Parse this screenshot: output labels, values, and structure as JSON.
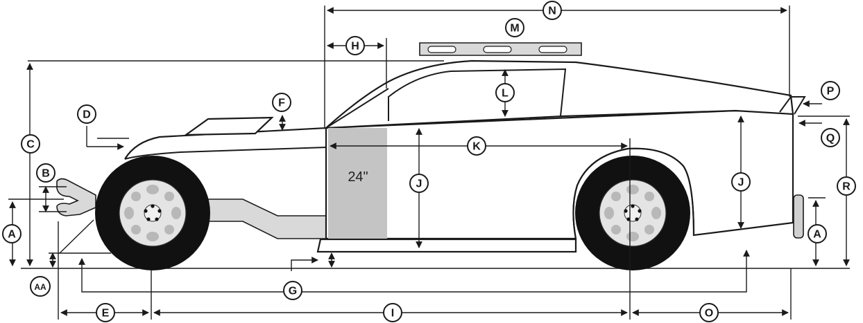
{
  "markers": {
    "a": "A",
    "aa": "AA",
    "b": "B",
    "c": "C",
    "d": "D",
    "e": "E",
    "f": "F",
    "g": "G",
    "h": "H",
    "i": "I",
    "j": "J",
    "k": "K",
    "l": "L",
    "m": "M",
    "n": "N",
    "o": "O",
    "p": "P",
    "q": "Q",
    "r": "R"
  },
  "dimension_text": "24\""
}
